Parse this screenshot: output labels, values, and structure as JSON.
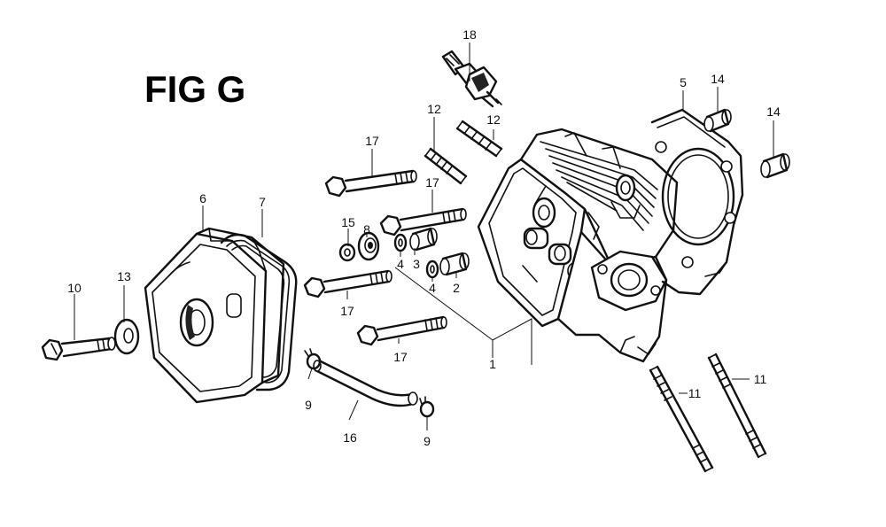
{
  "figure": {
    "title": "FIG G"
  },
  "callouts": [
    {
      "id": "c1",
      "label": "1"
    },
    {
      "id": "c2",
      "label": "2"
    },
    {
      "id": "c3",
      "label": "3"
    },
    {
      "id": "c4a",
      "label": "4"
    },
    {
      "id": "c4b",
      "label": "4"
    },
    {
      "id": "c5",
      "label": "5"
    },
    {
      "id": "c6",
      "label": "6"
    },
    {
      "id": "c7",
      "label": "7"
    },
    {
      "id": "c8",
      "label": "8"
    },
    {
      "id": "c9a",
      "label": "9"
    },
    {
      "id": "c9b",
      "label": "9"
    },
    {
      "id": "c10",
      "label": "10"
    },
    {
      "id": "c11a",
      "label": "11"
    },
    {
      "id": "c11b",
      "label": "11"
    },
    {
      "id": "c12a",
      "label": "12"
    },
    {
      "id": "c12b",
      "label": "12"
    },
    {
      "id": "c13",
      "label": "13"
    },
    {
      "id": "c14a",
      "label": "14"
    },
    {
      "id": "c14b",
      "label": "14"
    },
    {
      "id": "c15",
      "label": "15"
    },
    {
      "id": "c16",
      "label": "16"
    },
    {
      "id": "c17a",
      "label": "17"
    },
    {
      "id": "c17b",
      "label": "17"
    },
    {
      "id": "c17c",
      "label": "17"
    },
    {
      "id": "c17d",
      "label": "17"
    },
    {
      "id": "c18",
      "label": "18"
    }
  ]
}
